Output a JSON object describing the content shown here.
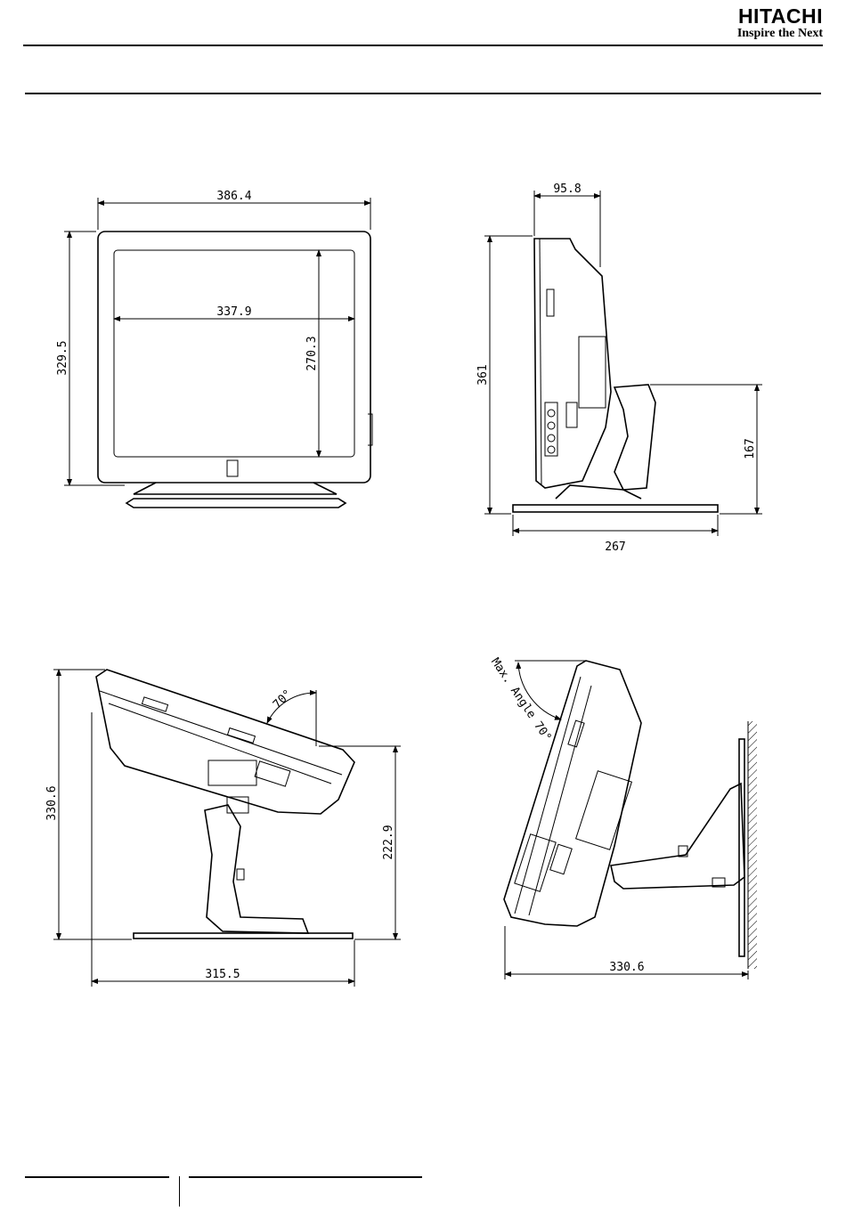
{
  "header": {
    "brand": "HITACHI",
    "tagline": "Inspire the Next"
  },
  "dimensions": {
    "front_width": "386.4",
    "front_height": "329.5",
    "screen_width": "337.9",
    "screen_height": "270.3",
    "side_depth_top": "95.8",
    "side_height": "361",
    "side_stand_height": "167",
    "side_base_depth": "267",
    "tilt_height": "330.6",
    "tilt_pivot_height": "222.9",
    "tilt_angle": "70°",
    "tilt_depth": "315.5",
    "wall_max_angle": "Max. Angle 70°",
    "wall_depth": "330.6"
  }
}
